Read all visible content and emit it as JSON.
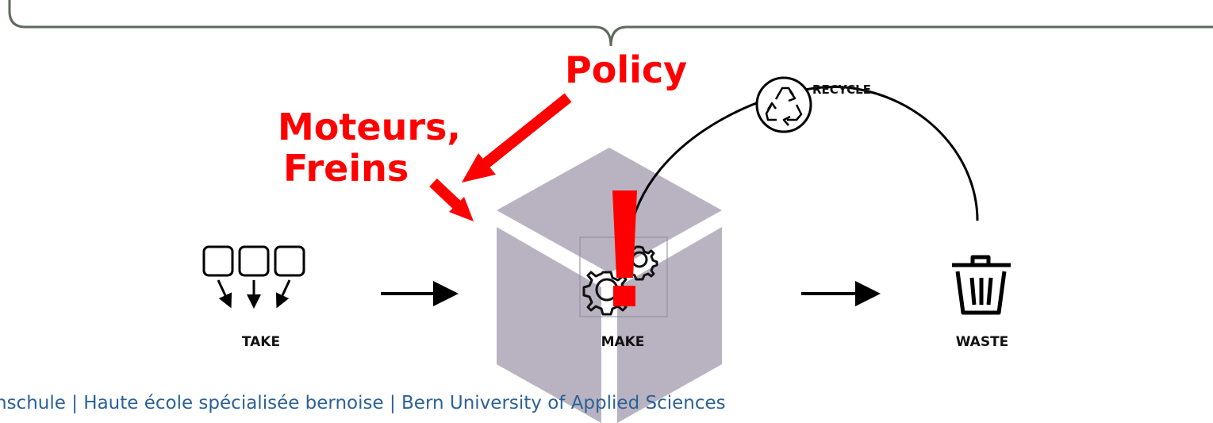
{
  "annotations": {
    "policy": "Policy",
    "drivers_line1": "Moteurs,",
    "drivers_line2": "Freins",
    "exclamation": "!"
  },
  "steps": {
    "take": "TAKE",
    "make": "MAKE",
    "waste": "WASTE",
    "recycle": "RECYCLE"
  },
  "footer": {
    "text": "nschule | Haute école spécialisée bernoise | Bern University of Applied Sciences"
  },
  "icons": [
    "take-icon",
    "gears-icon",
    "trash-icon",
    "recycle-icon",
    "cube-icon"
  ],
  "colors": {
    "annotation": "#ff0000",
    "cube": "#b9b3c1",
    "brace": "#5c6a5c",
    "footer": "#2c6196"
  }
}
